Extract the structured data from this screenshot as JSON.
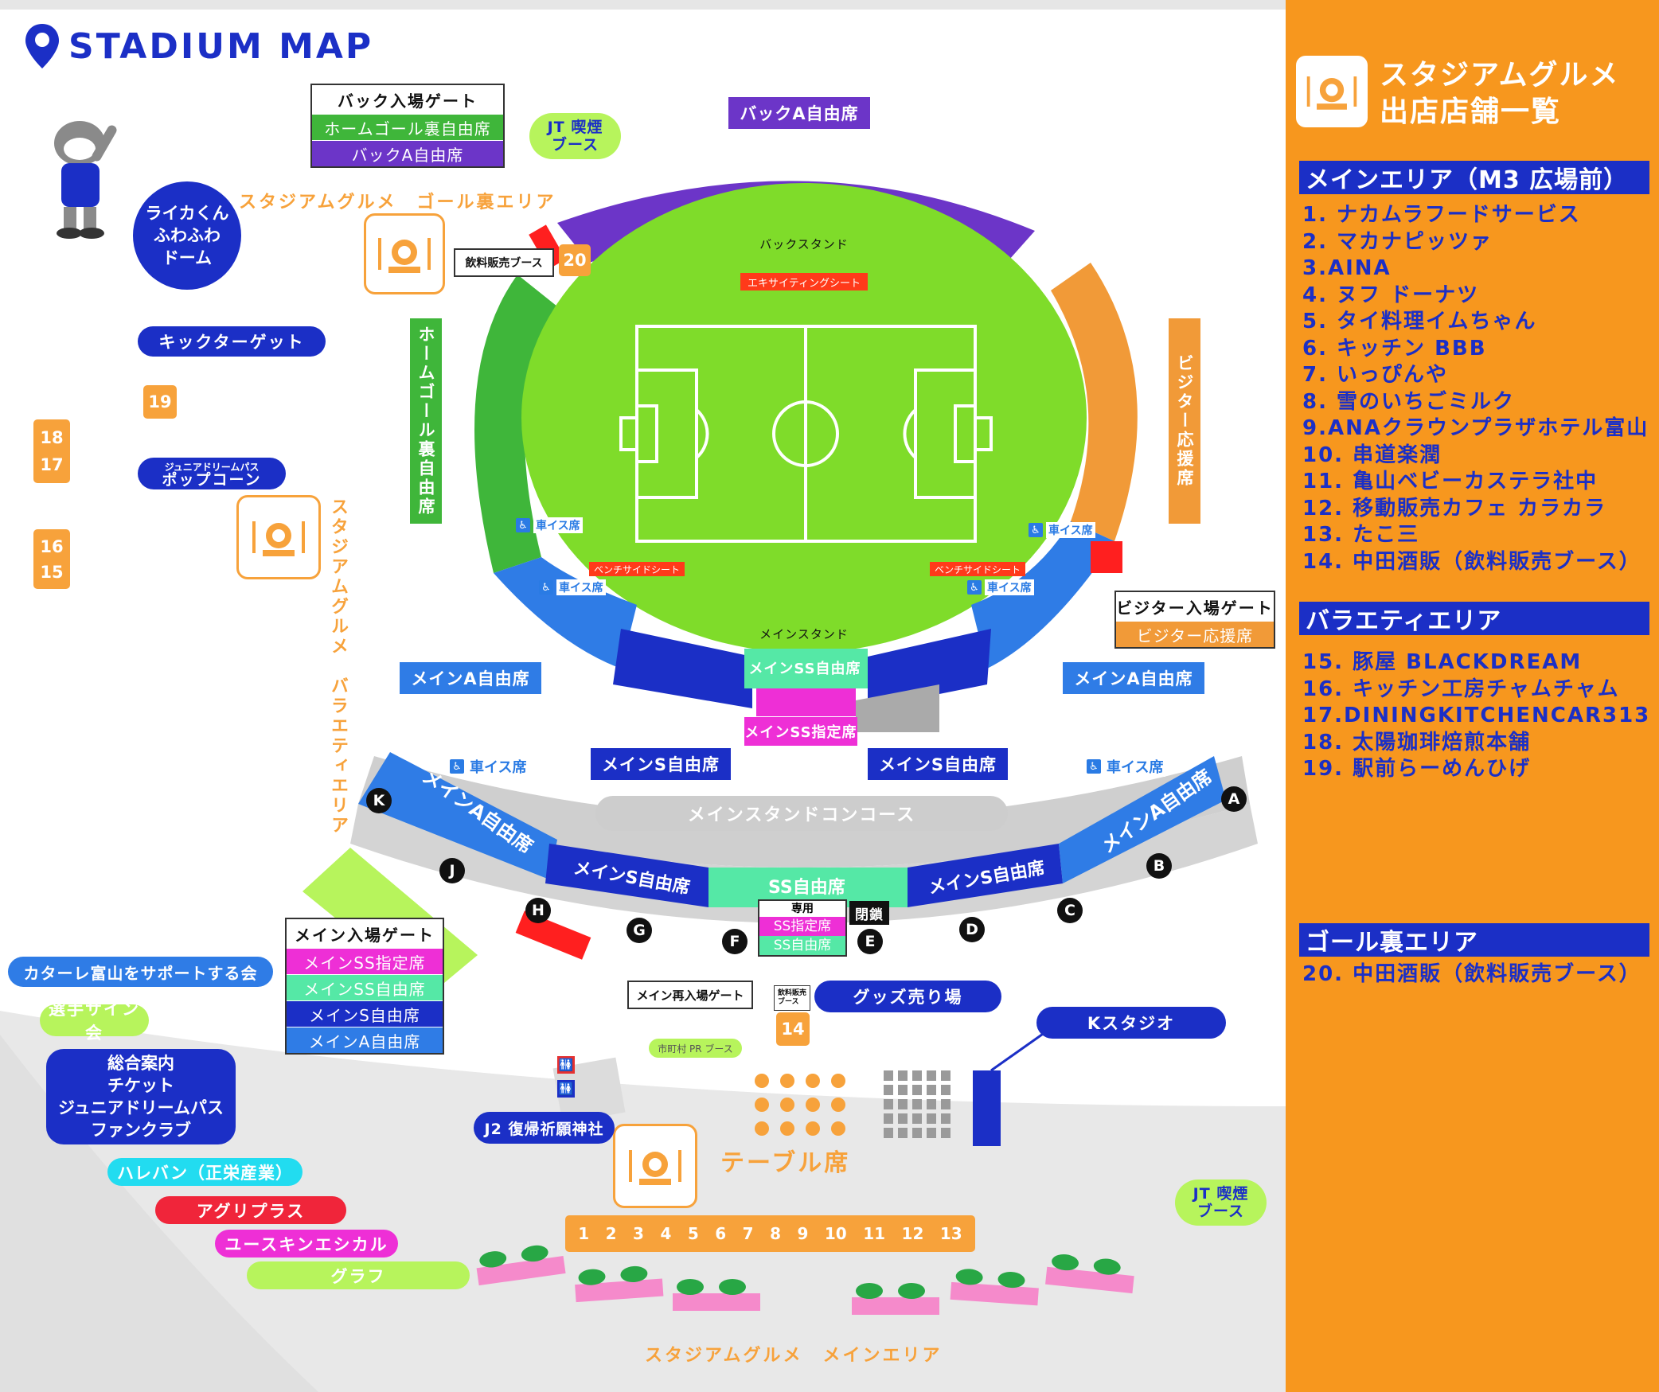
{
  "title": "STADIUM MAP",
  "colors": {
    "accent_orange": "#f7a23b",
    "panel_orange": "#f7971e",
    "navy": "#1b2fc6",
    "purple": "#6c35c8",
    "green": "#3fb63a",
    "light_blue": "#2f7ce6",
    "pitch": "#7fdc2a",
    "ss": "#55e8a6",
    "magenta": "#ee2fd6"
  },
  "left": {
    "dome": "ライカくん\nふわふわ\nドーム",
    "kicker": "キックターゲット",
    "popcorn_small": "ジュニアドリームパス",
    "popcorn": "ポップコーン",
    "support": "カターレ富山をサポートする会",
    "sign": "選手サイン会",
    "info": [
      "総合案内",
      "チケット",
      "ジュニアドリームパス",
      "ファンクラブ"
    ],
    "harevan": "ハレバン（正栄産業）",
    "agri": "アグリプラス",
    "yuskin": "ユースキンエシカル",
    "graph": "グラフ",
    "num19": "19",
    "num18": "18",
    "num17": "17",
    "num16": "16",
    "num15": "15"
  },
  "gourmet_goal": "スタジアムグルメ　ゴール裏エリア",
  "gourmet_variety": "スタジアムグルメ　バラエティエリア",
  "gourmet_main": "スタジアムグルメ　メインエリア",
  "back_gate": {
    "header": "バック入場ゲート",
    "rows": [
      {
        "label": "ホームゴール裏自由席",
        "color": "#3fb63a"
      },
      {
        "label": "バックA自由席",
        "color": "#6c35c8"
      }
    ]
  },
  "visitor_gate": {
    "header": "ビジター入場ゲート",
    "rows": [
      {
        "label": "ビジター応援席",
        "color": "#f7a23b"
      }
    ]
  },
  "main_gate": {
    "header": "メイン入場ゲート",
    "rows": [
      {
        "label": "メインSS指定席",
        "color": "#ee2fd6"
      },
      {
        "label": "メインSS自由席",
        "color": "#55e8a6"
      },
      {
        "label": "メインS自由席",
        "color": "#1b2fc6"
      },
      {
        "label": "メインA自由席",
        "color": "#2f7ce6"
      }
    ]
  },
  "jt_top": "JT 喫煙\nブース",
  "jt_bottom": "JT 喫煙\nブース",
  "back_a": "バックA自由席",
  "home_goal": "ホームゴール裏自由席",
  "visitor_seat": "ビジター応援席",
  "drink_booth": "飲料販売ブース",
  "num20": "20",
  "back_stand": "バックスタンド",
  "exciting": "エキサイティングシート",
  "bench_l": "ベンチサイドシート",
  "bench_r": "ベンチサイドシート",
  "main_stand": "メインスタンド",
  "main_ss_free": "メインSS自由席",
  "main_ss_res": "メインSS指定席",
  "main_a_l": "メインA自由席",
  "main_a_r": "メインA自由席",
  "main_s_l": "メインS自由席",
  "main_s_r": "メインS自由席",
  "wheelchair": "車イス席",
  "concourse": "メインスタンドコンコース",
  "arc": {
    "a_left": "メインA自由席",
    "s_left": "メインS自由席",
    "ss": "SS自由席",
    "s_right": "メインS自由席",
    "a_right": "メインA自由席"
  },
  "letters": [
    "A",
    "B",
    "C",
    "D",
    "E",
    "F",
    "G",
    "H",
    "J",
    "K"
  ],
  "dedicated": "専用",
  "ss_res": "SS指定席",
  "ss_free": "SS自由席",
  "closed": "閉鎖",
  "reentry": "メイン再入場ゲート",
  "drink_small": "飲料販売\nブース",
  "num14": "14",
  "goods": "グッズ売り場",
  "kstudio": "Kスタジオ",
  "pr_booth": "市町村 PR ブース",
  "shrine": "J2 復帰祈願神社",
  "table": "テーブル席",
  "booth_numbers": [
    "1",
    "2",
    "3",
    "4",
    "5",
    "6",
    "7",
    "8",
    "9",
    "10",
    "11",
    "12",
    "13"
  ],
  "panel": {
    "title1": "スタジアムグルメ",
    "title2": "出店店舗一覧",
    "main_area": "メインエリア（M3 広場前）",
    "main_list": [
      "1. ナカムラフードサービス",
      "2. マカナピッツァ",
      "3.AINA",
      "4. ヌフ ドーナツ",
      "5. タイ料理イムちゃん",
      "6. キッチン BBB",
      "7. いっぴんや",
      "8. 雪のいちごミルク",
      "9.ANAクラウンプラザホテル富山",
      "10. 串道楽潤",
      "11. 亀山ベビーカステラ社中",
      "12. 移動販売カフェ カラカラ",
      "13. たこ三",
      "14. 中田酒販（飲料販売ブース）"
    ],
    "variety_area": "バラエティエリア",
    "variety_list": [
      "15. 豚屋 BLACKDREAM",
      "16. キッチン工房チャムチャム",
      "17.DININGKITCHENCAR313",
      "18. 太陽珈琲焙煎本舗",
      "19. 駅前らーめんひげ"
    ],
    "goal_area": "ゴール裏エリア",
    "goal_list": [
      "20. 中田酒販（飲料販売ブース）"
    ]
  }
}
